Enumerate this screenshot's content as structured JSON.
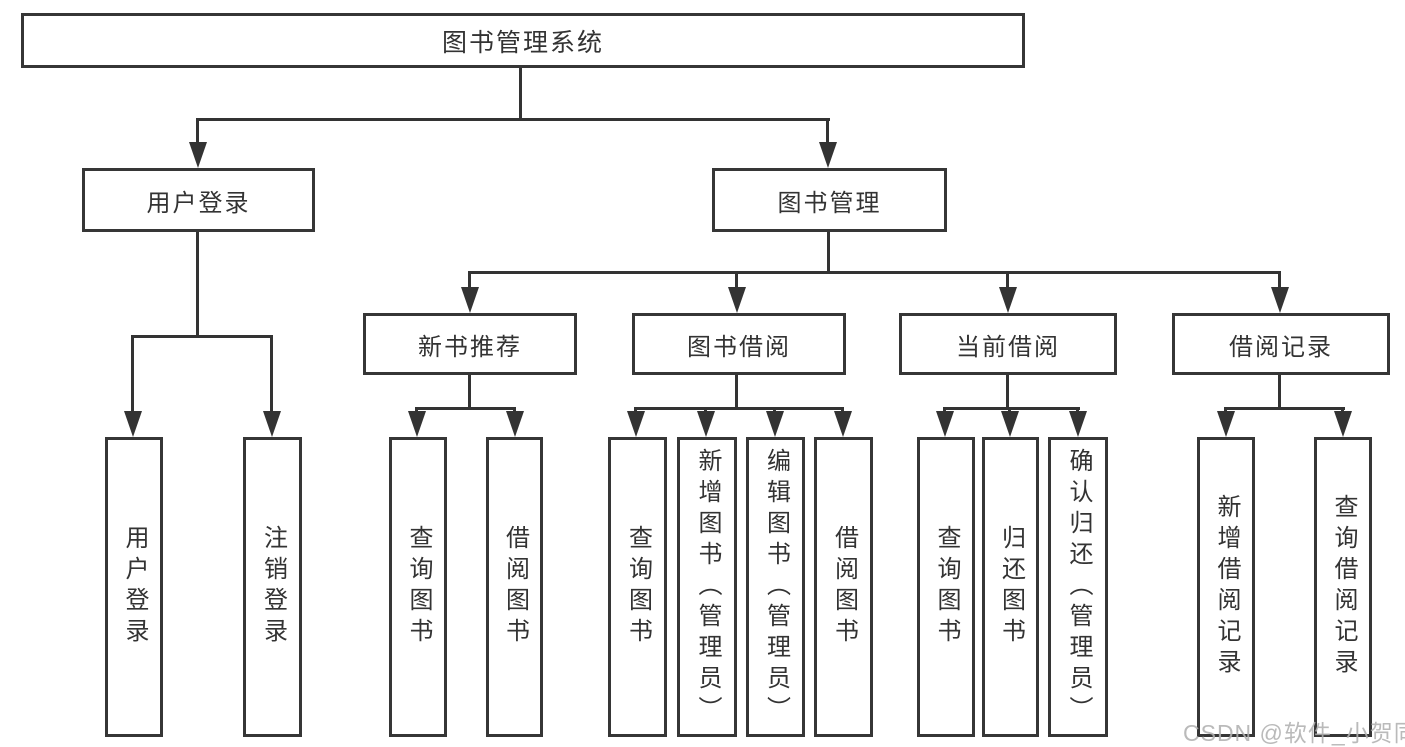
{
  "diagram": {
    "root": {
      "label": "图书管理系统"
    },
    "branches": [
      {
        "label": "用户登录",
        "children": [
          {
            "label": "用户登录"
          },
          {
            "label": "注销登录"
          }
        ]
      },
      {
        "label": "图书管理",
        "children": [
          {
            "label": "新书推荐",
            "children": [
              {
                "label": "查询图书"
              },
              {
                "label": "借阅图书"
              }
            ]
          },
          {
            "label": "图书借阅",
            "children": [
              {
                "label": "查询图书"
              },
              {
                "label": "新增图书（管理员）"
              },
              {
                "label": "编辑图书（管理员）"
              },
              {
                "label": "借阅图书"
              }
            ]
          },
          {
            "label": "当前借阅",
            "children": [
              {
                "label": "查询图书"
              },
              {
                "label": "归还图书"
              },
              {
                "label": "确认归还（管理员）"
              }
            ]
          },
          {
            "label": "借阅记录",
            "children": [
              {
                "label": "新增借阅记录"
              },
              {
                "label": "查询借阅记录"
              }
            ]
          }
        ]
      }
    ]
  },
  "watermark": {
    "text": "CSDN @软件_小贺同学"
  },
  "colors": {
    "line": "#333333",
    "text": "#333333",
    "node_fill": "#ffffff",
    "page_background": "#ffffff",
    "watermark": "#b0b0b0"
  }
}
